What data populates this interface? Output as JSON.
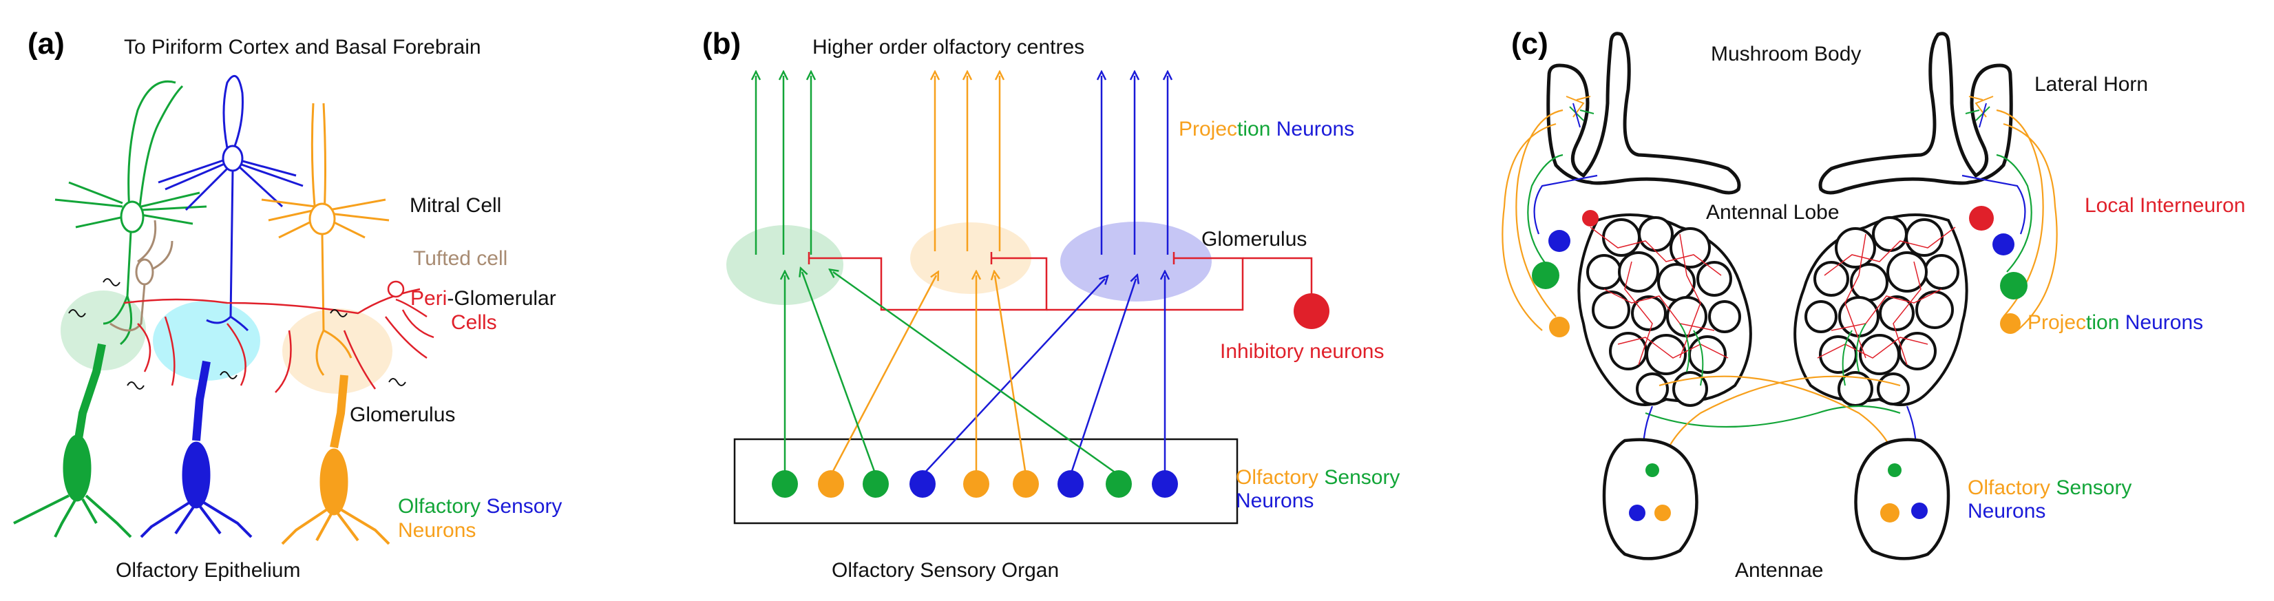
{
  "colors": {
    "green": "#12a538",
    "blue": "#1a1ad8",
    "orange": "#f7a01c",
    "red": "#e0202a",
    "tan": "#a88b72",
    "black": "#111111"
  },
  "panel_a": {
    "label": "(a)",
    "top_title": "To Piriform Cortex and Basal Forebrain",
    "mitral": "Mitral Cell",
    "tufted": "Tufted cell",
    "peri_1": "Peri",
    "peri_2": "-Glomerular",
    "peri_3": "Cells",
    "glomerulus": "Glomerulus",
    "osn_1": "Olfactory",
    "osn_2": "Sensory",
    "osn_3": "Neurons",
    "epithelium": "Olfactory Epithelium"
  },
  "panel_b": {
    "label": "(b)",
    "top_title": "Higher order olfactory centres",
    "proj_1": "Projec",
    "proj_2": "tion",
    "proj_3": "Neurons",
    "glomerulus": "Glomerulus",
    "inhibitory": "Inhibitory neurons",
    "osn_1": "Olfactory",
    "osn_2": "Sensory",
    "osn_3": "Neurons",
    "organ": "Olfactory Sensory Organ"
  },
  "panel_c": {
    "label": "(c)",
    "mushroom": "Mushroom Body",
    "lateral_horn": "Lateral Horn",
    "antennal_lobe": "Antennal Lobe",
    "local_interneuron": "Local Interneuron",
    "proj_1": "Projec",
    "proj_2": "tion",
    "proj_3": "Neurons",
    "osn_1": "Olfactory",
    "osn_2": "Sensory",
    "osn_3": "Neurons",
    "antennae": "Antennae"
  }
}
